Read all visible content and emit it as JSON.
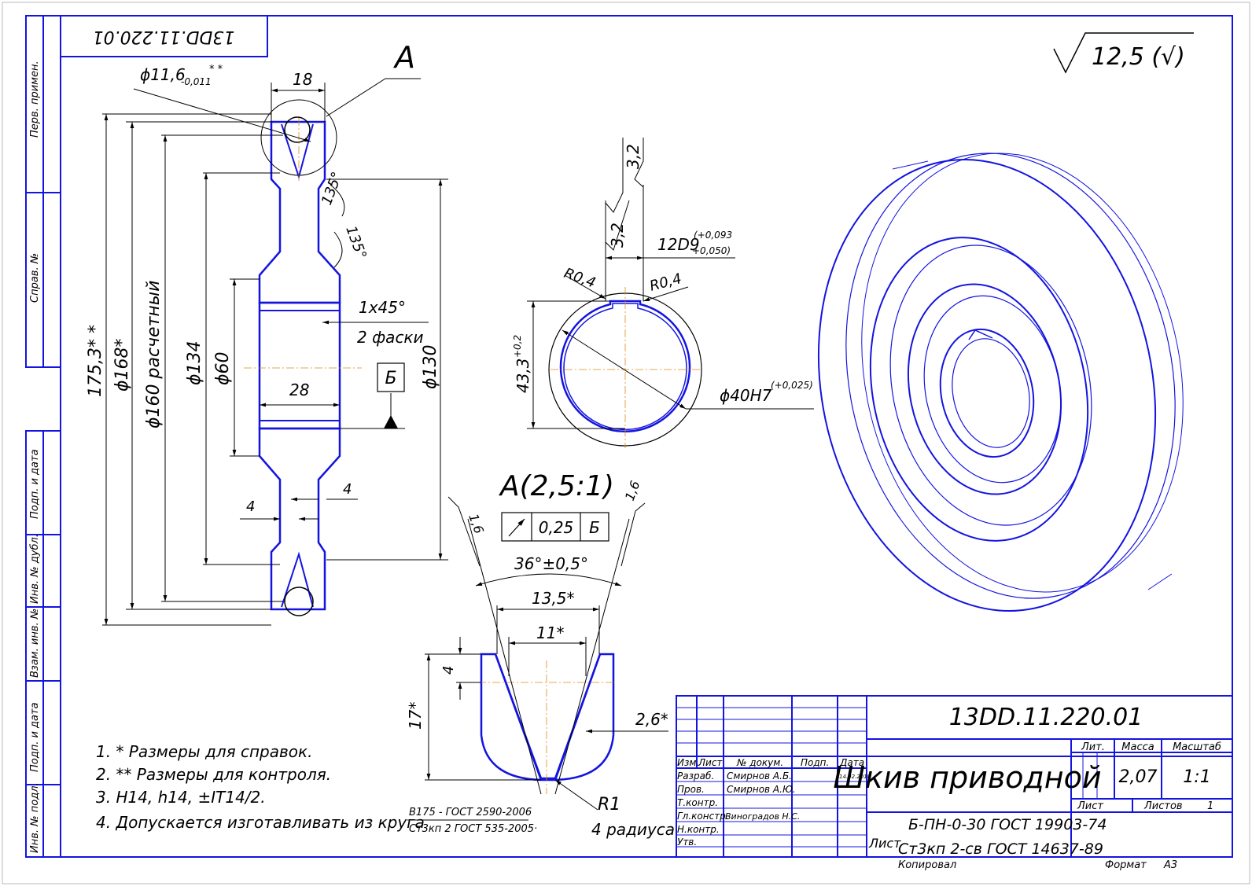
{
  "drawing": {
    "designation": "13DD.11.220.01",
    "designation_rotated": "13DD.11.220.01",
    "roughness_general": "12,5 (√)",
    "section_label": "A",
    "detail_title": "A(2,5:1)"
  },
  "left_strip": {
    "perv_primen": "Перв. примен.",
    "sprav_no": "Справ. №",
    "podp_data_1": "Подп. и дата",
    "inv_dubl": "Инв. № дубл.",
    "vzam_inv": "Взам. инв. №",
    "podp_data_2": "Подп. и дата",
    "inv_podl": "Инв. № подл."
  },
  "section_dims": {
    "d_116": "ϕ11,6",
    "d_116_tol": "-0,011",
    "d_116_star": "* *",
    "w_18": "18",
    "d_1753": "175,3* *",
    "d_168": "ϕ168*",
    "d_160": "ϕ160 расчетный",
    "d_134": "ϕ134",
    "d_60": "ϕ60",
    "w_28": "28",
    "d_130": "ϕ130",
    "chamfer": "1x45°",
    "chamfer_count": "2 фаски",
    "angle_1": "135°",
    "angle_2": "135°",
    "w_4_left": "4",
    "w_4_right": "4",
    "datum": "Б"
  },
  "hub_view": {
    "rough_1": "3,2",
    "rough_2": "3,2",
    "key_width": "12D9",
    "key_tol_up": "(+0,093",
    "key_tol_dn": "+0,050)",
    "r_left": "R0,4",
    "r_right": "R0,4",
    "depth": "43,3",
    "depth_tol": "+0,2",
    "bore": "ϕ40H7",
    "bore_tol": "(+0,025)"
  },
  "detail_dims": {
    "rough_left": "1,6",
    "rough_right": "1,6",
    "runout_value": "0,25",
    "runout_datum": "Б",
    "angle": "36°±0,5°",
    "w_135": "13,5*",
    "w_11": "11*",
    "h_4": "4",
    "h_17": "17*",
    "w_26": "2,6*",
    "radius": "R1",
    "radius_count": "4 радиуса"
  },
  "notes": {
    "n1": "1.  * Размеры для справок.",
    "n2": "2.  ** Размеры для контроля.",
    "n3": "3.  H14, h14, ±IT14/2.",
    "n4": "4.  Допускается изготавливать из круга",
    "n4_num": "В175 - ГОСТ 2590-2006",
    "n4_den": "Ст3кп 2 ГОСТ 535-2005·"
  },
  "title_block": {
    "designation": "13DD.11.220.01",
    "name": "Шкив приводной",
    "h_izm": "Изм.",
    "h_list": "Лист",
    "h_dokum": "№ докум.",
    "h_podp": "Подп.",
    "h_data": "Дата",
    "r_razrab": "Разраб.",
    "r_prov": "Пров.",
    "r_tkontr": "Т.контр.",
    "r_glkonstr": "Гл.констр.",
    "r_nkontr": "Н.контр.",
    "r_utv": "Утв.",
    "razrab_name": "Смирнов А.Б.",
    "prov_name": "Смирнов А.Ю.",
    "glkonstr_name": "Виноградов Н.С.",
    "razrab_date": "14.02.2018",
    "lit": "Лит.",
    "massa": "Масса",
    "masshtab": "Масштаб",
    "mass_value": "2,07",
    "scale_value": "1:1",
    "list": "Лист",
    "listov": "Листов",
    "listov_value": "1",
    "material_1": "Б-ПН-0-30 ГОСТ 19903-74",
    "material_2": "Ст3кп 2-св ГОСТ 14637-89",
    "material_prefix": "Лист",
    "kopiroval": "Копировал",
    "format": "Формат",
    "format_value": "A3"
  }
}
